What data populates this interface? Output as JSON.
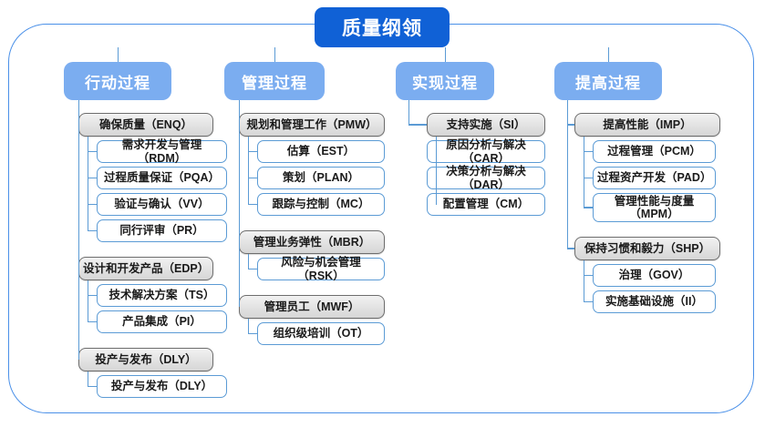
{
  "root": {
    "label": "质量纲领"
  },
  "colors": {
    "root_fill": "#1061d6",
    "header_fill": "#7badf0",
    "frame_border": "#4a90e8",
    "connector": "#5b9bd5",
    "parent_fill": "#e2e2e2",
    "parent_border": "#6d6d6d",
    "child_border": "#5b9bd5",
    "text": "#1a1a1a"
  },
  "columns": [
    {
      "header": "行动过程",
      "groups": [
        {
          "parent": "确保质量（ENQ）",
          "children": [
            "需求开发与管理（RDM）",
            "过程质量保证（PQA）",
            "验证与确认（VV）",
            "同行评审（PR）"
          ]
        },
        {
          "parent": "设计和开发产品（EDP）",
          "children": [
            "技术解决方案（TS）",
            "产品集成（PI）"
          ]
        },
        {
          "parent": "投产与发布（DLY）",
          "children": [
            "投产与发布（DLY）"
          ]
        }
      ]
    },
    {
      "header": "管理过程",
      "groups": [
        {
          "parent": "规划和管理工作（PMW）",
          "children": [
            "估算（EST）",
            "策划（PLAN）",
            "跟踪与控制（MC）"
          ]
        },
        {
          "parent": "管理业务弹性（MBR）",
          "children": [
            "风险与机会管理（RSK）"
          ]
        },
        {
          "parent": "管理员工（MWF）",
          "children": [
            "组织级培训（OT）"
          ]
        }
      ]
    },
    {
      "header": "实现过程",
      "groups": [
        {
          "parent": "支持实施（SI）",
          "children": [
            "原因分析与解决（CAR）",
            "决策分析与解决（DAR）",
            "配置管理（CM）"
          ]
        }
      ]
    },
    {
      "header": "提高过程",
      "groups": [
        {
          "parent": "提高性能（IMP）",
          "children": [
            "过程管理（PCM）",
            "过程资产开发（PAD）",
            "管理性能与度量\n（MPM）"
          ]
        },
        {
          "parent": "保持习惯和毅力（SHP）",
          "children": [
            "治理（GOV）",
            "实施基础设施（II）"
          ]
        }
      ]
    }
  ]
}
